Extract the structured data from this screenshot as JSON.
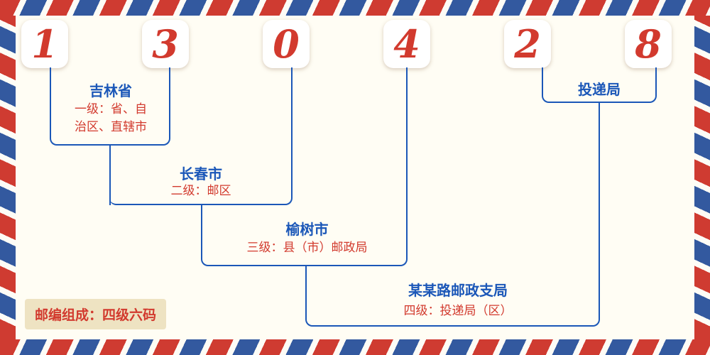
{
  "postal_code": {
    "digits": [
      "1",
      "3",
      "0",
      "4",
      "2",
      "8"
    ]
  },
  "labels": {
    "level1": {
      "place": "吉林省",
      "desc_line1": "一级：省、自",
      "desc_line2": "治区、直辖市"
    },
    "level2": {
      "place": "长春市",
      "desc": "二级：邮区"
    },
    "level3": {
      "place": "榆树市",
      "desc": "三级：县（市）邮政局"
    },
    "level4": {
      "place": "某某路邮政支局",
      "desc": "四级：投递局（区）"
    },
    "delivery": {
      "label": "投递局"
    },
    "footer": {
      "label": "邮编组成：四级六码"
    }
  },
  "colors": {
    "digit_red": "#d23a2e",
    "line_blue": "#1b57b8",
    "text_blue": "#1b57b8",
    "text_red": "#d23a2e",
    "stripe_red": "#cf3b31",
    "stripe_blue": "#33599f",
    "footer_bg": "#eee3c2",
    "background": "#fffdf4"
  }
}
